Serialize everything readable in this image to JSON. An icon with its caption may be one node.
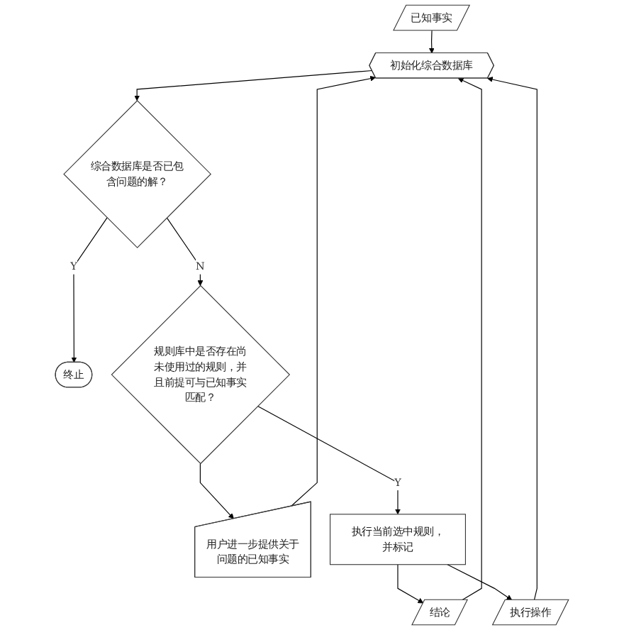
{
  "diagram": {
    "nodes": [
      {
        "text": [
          "已知事实"
        ]
      },
      {
        "text": [
          "初始化综合数据库"
        ]
      },
      {
        "text": [
          "综合数据库是否已包含问题的解？"
        ]
      },
      {
        "text": [
          "终止"
        ]
      },
      {
        "text": [
          "规则库中是否存在尚未使用过的规则，并且前提可与已知事实匹配？"
        ]
      },
      {
        "text": [
          "用户进一步提供关于问题的已知事实"
        ]
      },
      {
        "text": [
          "执行当前选中规则，并标记"
        ]
      },
      {
        "text": [
          "结论"
        ]
      },
      {
        "text": [
          "执行操作"
        ]
      }
    ],
    "edges": [
      {
        "from": 0,
        "to": 1,
        "arrow": "to"
      },
      {
        "from": 1,
        "to": 2,
        "arrow": "to"
      },
      {
        "from": 2,
        "to": 3,
        "arrow": "to",
        "label": "Y"
      },
      {
        "from": 2,
        "to": 4,
        "arrow": "to",
        "label": "N"
      },
      {
        "from": 4,
        "to": 5,
        "arrow": "to"
      },
      {
        "from": 4,
        "to": 6,
        "arrow": "to",
        "label": "Y"
      },
      {
        "from": 6,
        "to": 7,
        "arrow": "to"
      },
      {
        "from": 6,
        "to": 8,
        "arrow": "to"
      },
      {
        "from": 5,
        "to": 1,
        "arrow": "to"
      },
      {
        "from": 7,
        "to": 1,
        "arrow": "to"
      },
      {
        "from": 8,
        "to": 1,
        "arrow": "to"
      }
    ]
  }
}
